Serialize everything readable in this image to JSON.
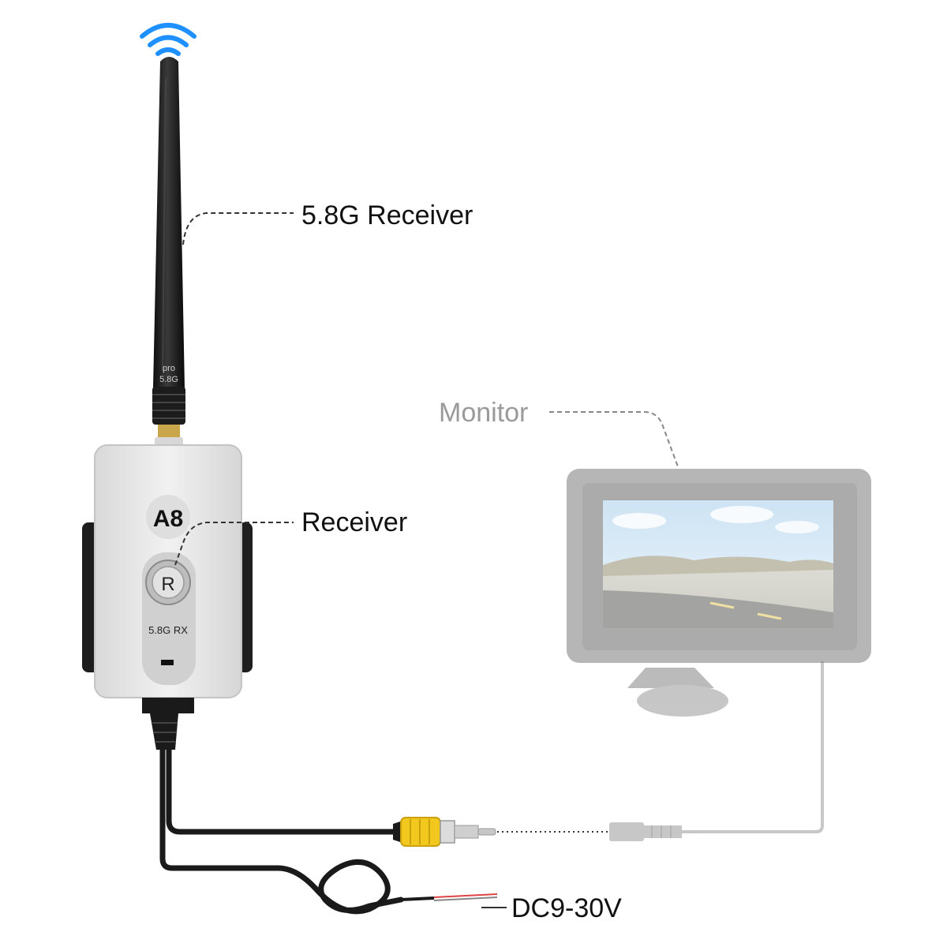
{
  "labels": {
    "antenna": "5.8G Receiver",
    "monitor": "Monitor",
    "receiver": "Receiver",
    "power": "DC9-30V"
  },
  "device": {
    "model_badge": "A8",
    "button_letter": "R",
    "band_text": "5.8G RX",
    "antenna_text_top": "pro",
    "antenna_text_bottom": "5.8G"
  },
  "colors": {
    "wifi": "#1e90ff",
    "plug_yellow": "#f2c81e",
    "device_body": "#e9e9e9",
    "cable": "#1a1a1a",
    "faded": "#b8b8b8"
  }
}
